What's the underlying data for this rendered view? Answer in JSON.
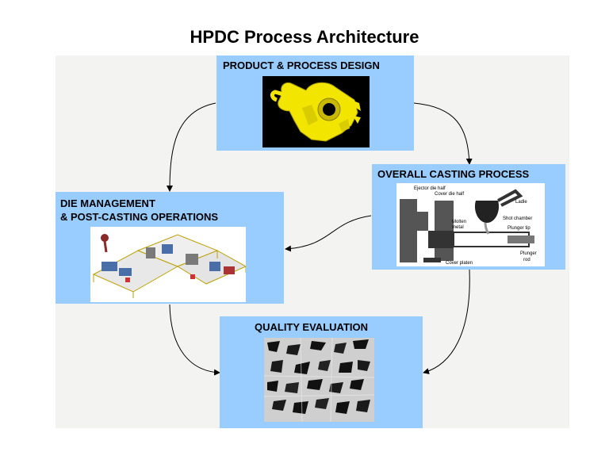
{
  "title": "HPDC Process Architecture",
  "nodes": {
    "design": {
      "label": "PRODUCT & PROCESS DESIGN"
    },
    "casting": {
      "label": "OVERALL CASTING PROCESS",
      "diagram_labels": {
        "ejector": "Ejector die half",
        "cover": "Cover die half",
        "ladle": "Ladle",
        "molten": "Molten",
        "metal": "metal",
        "shot": "Shot chamber",
        "plunger_tip": "Plunger tip",
        "cover_platen": "Cover platen",
        "plunger": "Plunger",
        "rod": "rod"
      }
    },
    "die": {
      "label_line1": "DIE MANAGEMENT",
      "label_line2": "& POST-CASTING OPERATIONS"
    },
    "quality": {
      "label": "QUALITY EVALUATION"
    }
  },
  "colors": {
    "box": "#99ccff",
    "casting_yellow": "#f2e600",
    "arrow": "#000000"
  }
}
